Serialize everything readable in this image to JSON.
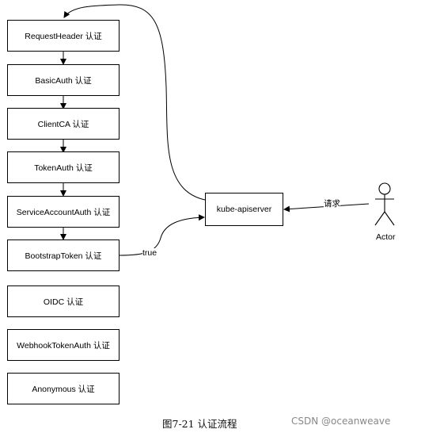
{
  "auth_chain": [
    "RequestHeader 认证",
    "BasicAuth 认证",
    "ClientCA 认证",
    "TokenAuth 认证",
    "ServiceAccountAuth 认证",
    "BootstrapToken 认证",
    "OIDC 认证",
    "WebhookTokenAuth 认证",
    "Anonymous 认证"
  ],
  "server_label": "kube-apiserver",
  "request_label": "请求",
  "actor_label": "Actor",
  "true_label": "true",
  "caption": "图7-21  认证流程",
  "watermark": "CSDN @oceanweave"
}
